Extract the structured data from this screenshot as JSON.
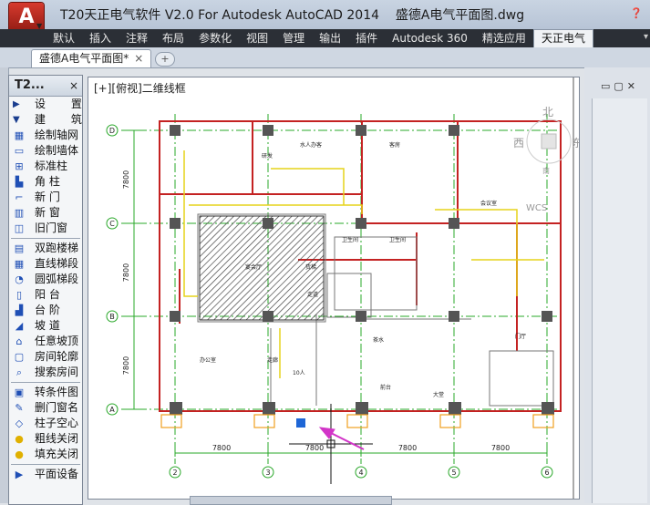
{
  "window": {
    "title": "T20天正电气软件 V2.0 For Autodesk AutoCAD 2014",
    "file_title": "盛德A电气平面图.dwg",
    "app_logo_letter": "A"
  },
  "ribbon": {
    "tabs": [
      "默认",
      "插入",
      "注释",
      "布局",
      "参数化",
      "视图",
      "管理",
      "输出",
      "插件",
      "Autodesk 360",
      "精选应用",
      "天正电气"
    ],
    "active_tab": "天正电气"
  },
  "document_tab": {
    "label": "盛德A电气平面图*",
    "close": "×",
    "new_tab": "+"
  },
  "palette": {
    "title": "T2...",
    "close": "×",
    "items": [
      {
        "label": "设 置",
        "icon": "triangle-right-icon",
        "header": true
      },
      {
        "label": "建 筑",
        "icon": "triangle-down-icon",
        "header": true
      },
      {
        "label": "绘制轴网",
        "icon": "grid-icon"
      },
      {
        "label": "绘制墙体",
        "icon": "wall-icon"
      },
      {
        "label": "标准柱",
        "icon": "column-icon"
      },
      {
        "label": "角 柱",
        "icon": "corner-column-icon"
      },
      {
        "label": "新 门",
        "icon": "door-icon"
      },
      {
        "label": "新 窗",
        "icon": "window-icon"
      },
      {
        "label": "旧门窗",
        "icon": "old-door-window-icon"
      },
      {
        "label": "双跑楼梯",
        "icon": "stair-icon",
        "sep_before": true
      },
      {
        "label": "直线梯段",
        "icon": "straight-stair-icon"
      },
      {
        "label": "圆弧梯段",
        "icon": "arc-stair-icon"
      },
      {
        "label": "阳 台",
        "icon": "balcony-icon"
      },
      {
        "label": "台 阶",
        "icon": "steps-icon"
      },
      {
        "label": "坡 道",
        "icon": "ramp-icon"
      },
      {
        "label": "任意坡顶",
        "icon": "roof-icon"
      },
      {
        "label": "房间轮廓",
        "icon": "room-outline-icon"
      },
      {
        "label": "搜索房间",
        "icon": "search-room-icon"
      },
      {
        "label": "转条件图",
        "icon": "convert-icon",
        "sep_before": true
      },
      {
        "label": "删门窗名",
        "icon": "delete-name-icon"
      },
      {
        "label": "柱子空心",
        "icon": "hollow-column-icon"
      },
      {
        "label": "粗线关闭",
        "icon": "bulb-icon"
      },
      {
        "label": "填充关闭",
        "icon": "bulb-icon"
      },
      {
        "label": "平面设备",
        "icon": "triangle-right-icon",
        "sep_before": true
      }
    ]
  },
  "viewport": {
    "label": "[+][俯视]二维线框",
    "compass": {
      "north": "北",
      "south": "南",
      "west": "西",
      "east": "东",
      "ucs": "WCS"
    },
    "row_axes": [
      "D",
      "C",
      "B",
      "A"
    ],
    "col_axes": [
      "2",
      "3",
      "4",
      "5",
      "6"
    ],
    "row_dims": [
      "7800",
      "7800",
      "7800"
    ],
    "col_dims": [
      "7800",
      "7800",
      "7800",
      "7800"
    ],
    "room_labels": [
      "水人办客",
      "客房",
      "研发",
      "卫生间",
      "卫生间",
      "会议室",
      "货梯",
      "走道",
      "宴会厅",
      "茶水",
      "门厅",
      "大堂",
      "办公室",
      "走廊",
      "前台",
      "10人"
    ]
  },
  "colors": {
    "wall": "#c42222",
    "axis": "#2aa82a",
    "cable": "#e6d31a",
    "door": "#f0a020",
    "arrow": "#d235c8"
  }
}
